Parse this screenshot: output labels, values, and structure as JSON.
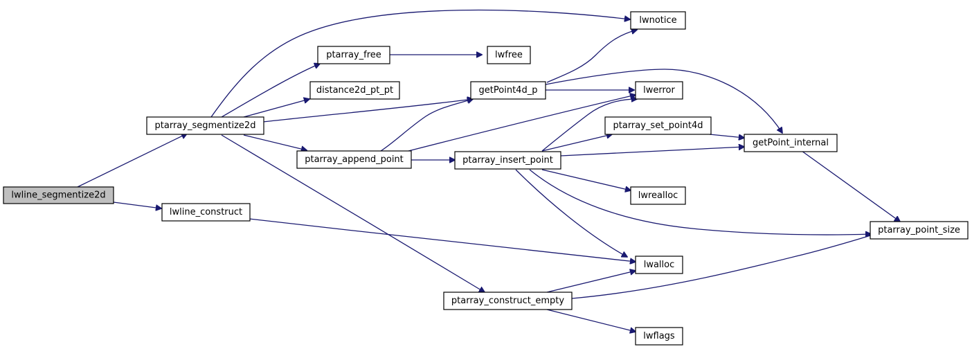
{
  "colors": {
    "edge": "#191970",
    "root_fill": "#bfbfbf",
    "node_fill": "#ffffff",
    "border": "#000000"
  },
  "nodes": {
    "lwline_segmentize2d": "lwline_segmentize2d",
    "ptarray_segmentize2d": "ptarray_segmentize2d",
    "lwline_construct": "lwline_construct",
    "ptarray_free": "ptarray_free",
    "distance2d_pt_pt": "distance2d_pt_pt",
    "ptarray_append_point": "ptarray_append_point",
    "ptarray_construct_empty": "ptarray_construct_empty",
    "lwfree": "lwfree",
    "getPoint4d_p": "getPoint4d_p",
    "ptarray_insert_point": "ptarray_insert_point",
    "lwnotice": "lwnotice",
    "lwerror": "lwerror",
    "ptarray_set_point4d": "ptarray_set_point4d",
    "lwrealloc": "lwrealloc",
    "lwalloc": "lwalloc",
    "lwflags": "lwflags",
    "getPoint_internal": "getPoint_internal",
    "ptarray_point_size": "ptarray_point_size"
  }
}
